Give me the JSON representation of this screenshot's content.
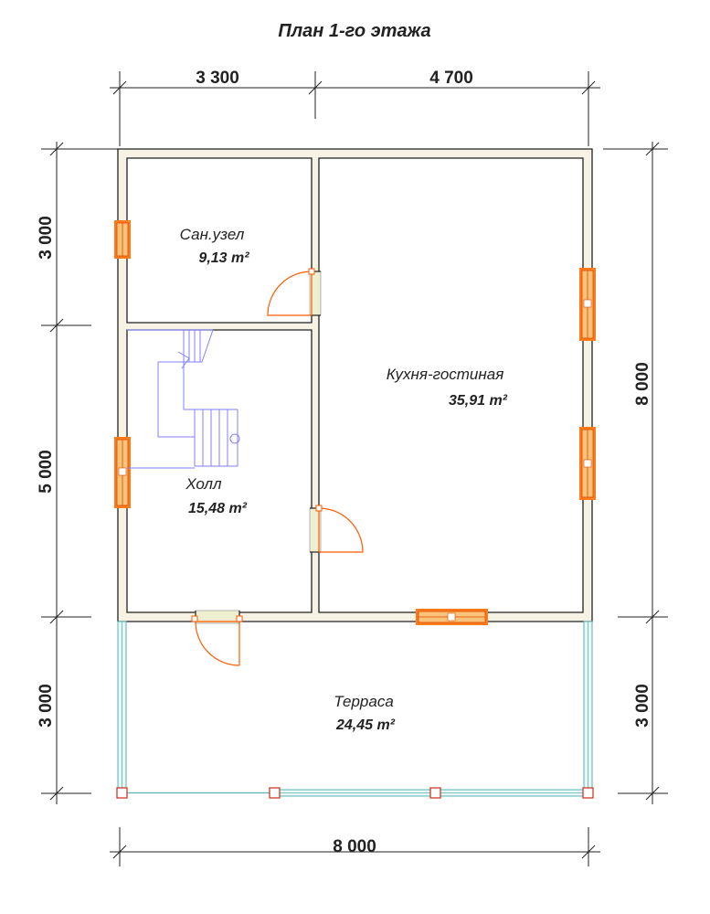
{
  "title": "План 1-го этажа",
  "rooms": {
    "bathroom": {
      "name": "Сан.узел",
      "area": "9,13 m²"
    },
    "kitchen_living": {
      "name": "Кухня-гостиная",
      "area": "35,91 m²"
    },
    "hall": {
      "name": "Холл",
      "area": "15,48 m²"
    },
    "terrace": {
      "name": "Терраса",
      "area": "24,45 m²"
    }
  },
  "dimensions": {
    "top_left": "3 300",
    "top_right": "4 700",
    "left_top": "3 000",
    "left_middle": "5 000",
    "left_bottom": "3 000",
    "right_upper": "8 000",
    "right_lower": "3 000",
    "bottom": "8 000"
  },
  "colors": {
    "wall_fill": "#f7f3e4",
    "wall_stroke": "#222222",
    "window": "#f4a460",
    "window_stroke": "#ff6a00",
    "door_arc": "#ff5a00",
    "stair": "#8080ff",
    "railing": "#5ab4b4",
    "post": "#cc2a1a"
  }
}
